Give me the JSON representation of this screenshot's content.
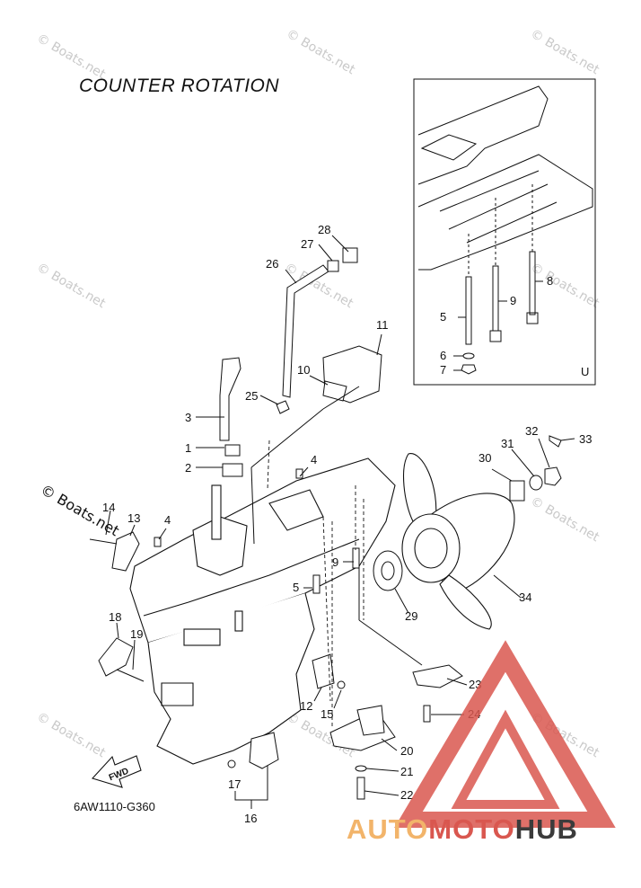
{
  "diagram": {
    "title": "COUNTER ROTATION",
    "part_code": "6AW1110-G360",
    "inset_label": "U",
    "fwd_label": "FWD",
    "watermark_text": "© Boats.net",
    "brand": {
      "part1": "AUTO",
      "part2": "MOTO",
      "part3": "HUB",
      "colors": {
        "auto": "#f2b46a",
        "moto": "#d9574f",
        "hub": "#3b3b3b",
        "triangle": "#d9574f"
      }
    },
    "callouts": [
      "1",
      "2",
      "3",
      "4",
      "4",
      "5",
      "5",
      "6",
      "7",
      "8",
      "9",
      "9",
      "10",
      "11",
      "12",
      "13",
      "14",
      "15",
      "16",
      "17",
      "18",
      "19",
      "20",
      "21",
      "22",
      "23",
      "24",
      "25",
      "26",
      "27",
      "28",
      "29",
      "30",
      "31",
      "32",
      "33",
      "34"
    ]
  }
}
